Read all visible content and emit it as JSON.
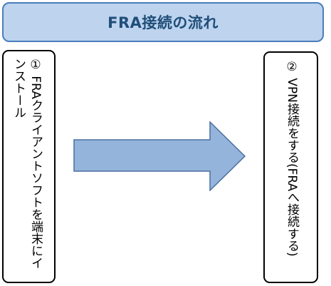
{
  "header": {
    "title": "FRA接続の流れ"
  },
  "steps": [
    {
      "text": "① FRAクライアントソフトを端末にインストール"
    },
    {
      "text": "② VPN接続をする(FRAへ接続する)"
    }
  ],
  "colors": {
    "header_fill": "#bdd3ee",
    "header_border": "#4a7ebb",
    "title_text": "#1f4e79",
    "arrow_fill": "#95b4dc",
    "arrow_border": "#4a6f9f"
  }
}
